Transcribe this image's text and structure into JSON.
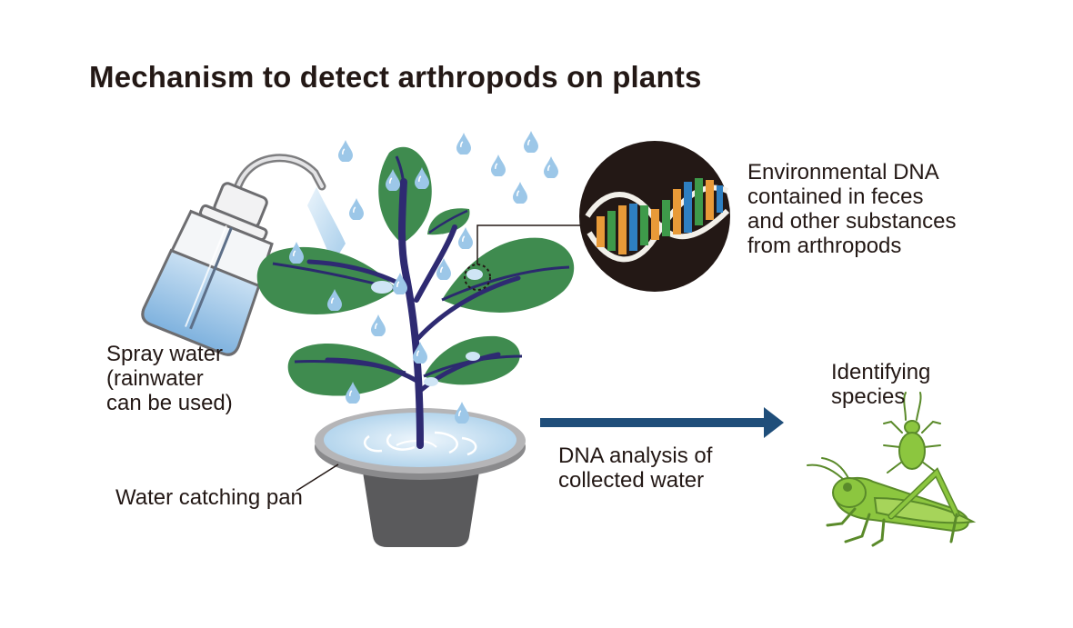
{
  "title": "Mechanism to detect arthropods on plants",
  "labels": {
    "dna": [
      "Environmental DNA",
      "contained in feces",
      "and other substances",
      "from arthropods"
    ],
    "spray": [
      "Spray water",
      "(rainwater",
      "can be used)"
    ],
    "pan": "Water catching pan",
    "analysis": [
      "DNA analysis of",
      "collected water"
    ],
    "species": [
      "Identifying",
      "species"
    ]
  },
  "colors": {
    "leaf": "#3f8b4f",
    "leaf_vein": "#2b2a6e",
    "stem": "#2e2a72",
    "water_drop": "#9cc7e8",
    "arrow": "#1f4e7a",
    "pot": "#5a5a5c",
    "pan_rim": "#8a8a8c",
    "insect": "#8cc63f",
    "dna_circle": "#231815"
  },
  "icons": [
    "spray-bottle-icon",
    "plant-icon",
    "dna-helix-icon",
    "grasshopper-icon",
    "aphid-icon",
    "arrow-right-icon"
  ]
}
